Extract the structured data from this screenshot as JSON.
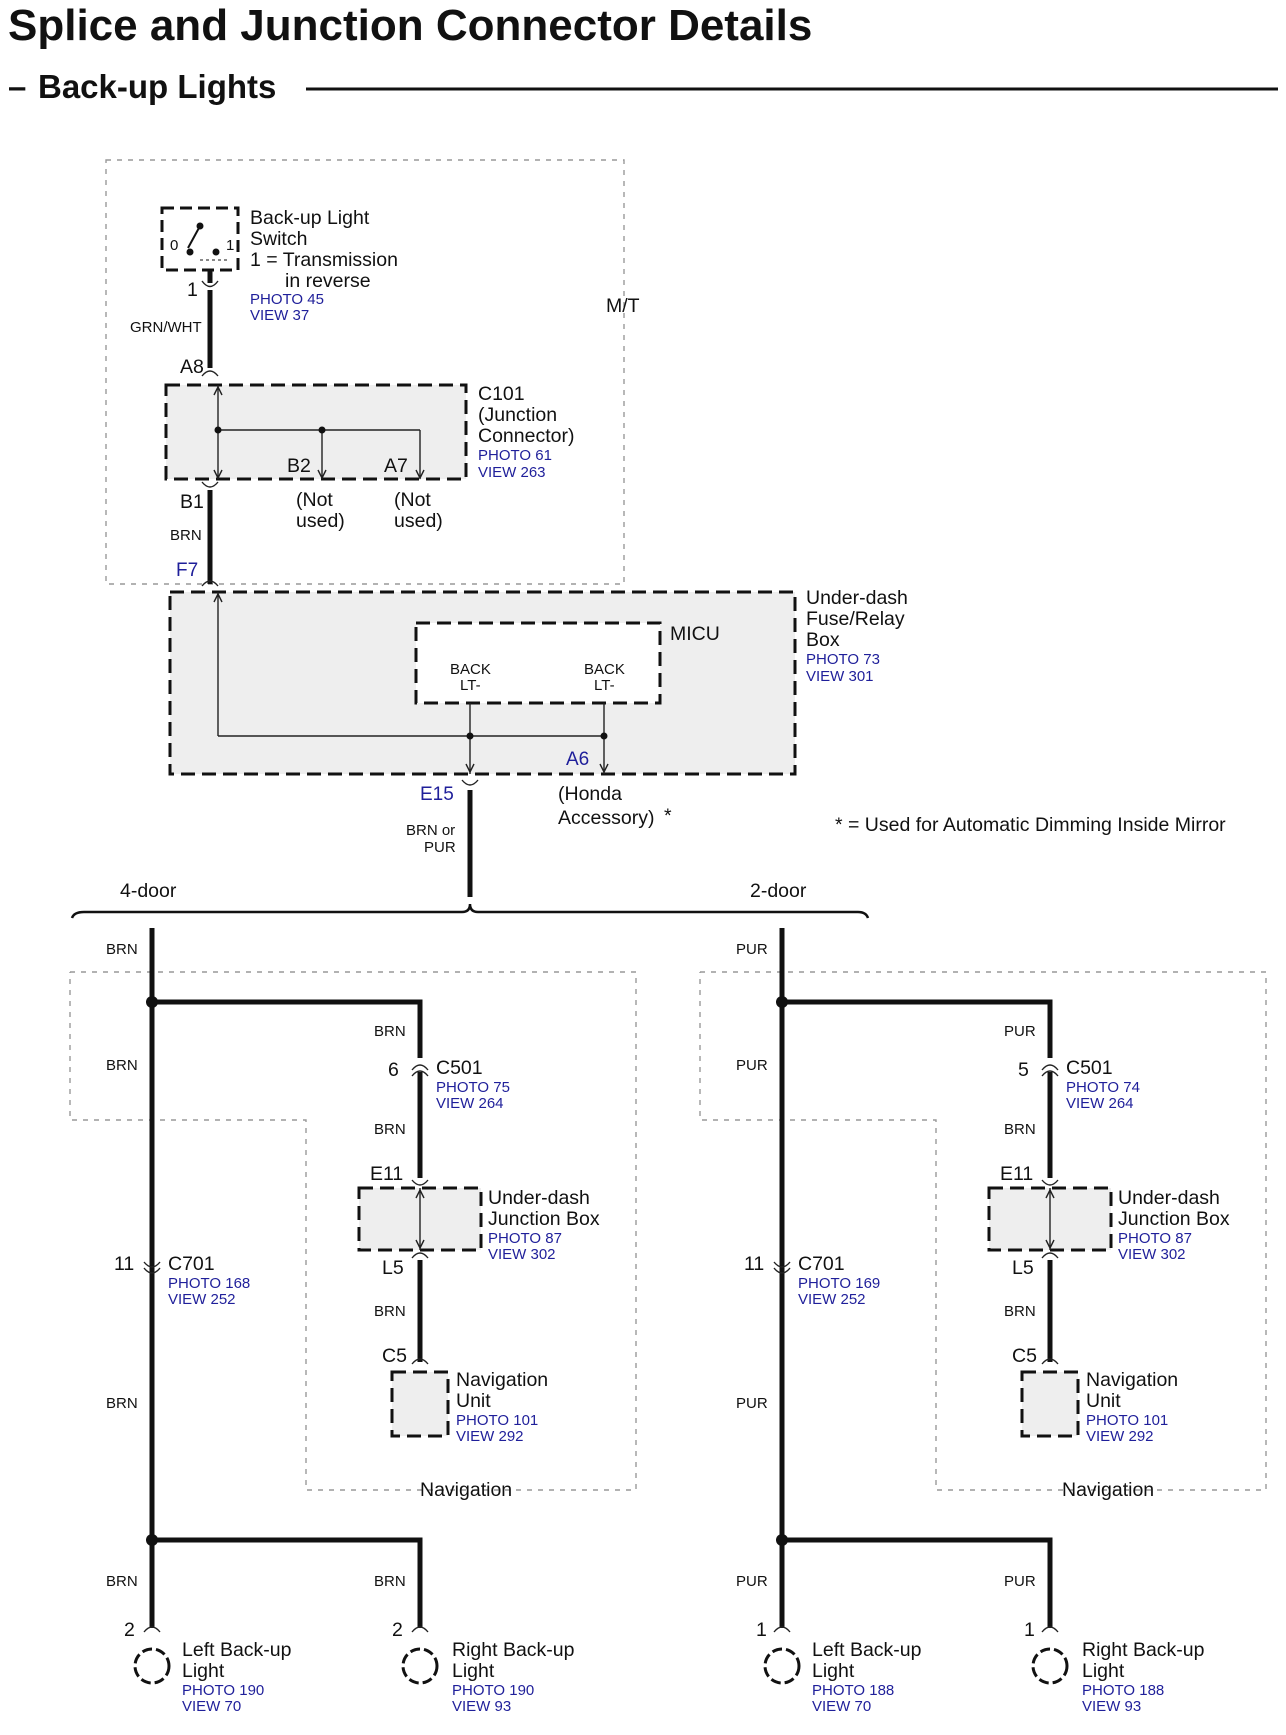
{
  "title": "Splice and Junction Connector Details",
  "subtitle": "Back-up Lights",
  "switch": {
    "name_line1": "Back-up Light",
    "name_line2": "Switch",
    "note_line1": "1 = Transmission",
    "note_line2": "in reverse",
    "pos0": "0",
    "pos1": "1",
    "pin": "1",
    "photo": "PHOTO 45",
    "view": "VIEW 37"
  },
  "mt_label": "M/T",
  "wire_grn_wht": "GRN/WHT",
  "c101": {
    "pin_top": "A8",
    "name_line1": "C101",
    "name_line2": "(Junction",
    "name_line3": "Connector)",
    "photo": "PHOTO 61",
    "view": "VIEW 263",
    "pin_b2": "B2",
    "pin_a7": "A7",
    "pin_b1": "B1",
    "not_used_1": "(Not",
    "not_used_2": "used)"
  },
  "wire_brn": "BRN",
  "fuse_box": {
    "pin_f7": "F7",
    "name_line1": "Under-dash",
    "name_line2": "Fuse/Relay",
    "name_line3": "Box",
    "photo": "PHOTO 73",
    "view": "VIEW 301",
    "micu": "MICU",
    "back_lt_1": "BACK",
    "back_lt_2": "LT-",
    "pin_a6": "A6",
    "pin_e15": "E15",
    "honda_1": "(Honda",
    "honda_2": "Accessory)",
    "asterisk": "*"
  },
  "footnote": "* = Used for Automatic Dimming Inside Mirror",
  "wire_brn_or": "BRN or",
  "wire_pur_or": "PUR",
  "variant_4door": "4-door",
  "variant_2door": "2-door",
  "four_door": {
    "wire": "BRN",
    "c501_pin": "6",
    "c501_name": "C501",
    "c501_photo": "PHOTO 75",
    "c501_view": "VIEW 264",
    "c701_pin": "11",
    "c701_name": "C701",
    "c701_photo": "PHOTO 168",
    "c701_view": "VIEW 252",
    "jbox_e11": "E11",
    "jbox_l5": "L5",
    "jbox_name_1": "Under-dash",
    "jbox_name_2": "Junction Box",
    "jbox_photo": "PHOTO 87",
    "jbox_view": "VIEW 302",
    "nav_pin": "C5",
    "nav_name_1": "Navigation",
    "nav_name_2": "Unit",
    "nav_photo": "PHOTO 101",
    "nav_view": "VIEW 292",
    "nav_region": "Navigation",
    "left_pin": "2",
    "left_name_1": "Left Back-up",
    "left_name_2": "Light",
    "left_photo": "PHOTO 190",
    "left_view": "VIEW 70",
    "right_pin": "2",
    "right_name_1": "Right Back-up",
    "right_name_2": "Light",
    "right_photo": "PHOTO 190",
    "right_view": "VIEW 93"
  },
  "two_door": {
    "wire": "PUR",
    "wire_brn": "BRN",
    "c501_pin": "5",
    "c501_name": "C501",
    "c501_photo": "PHOTO 74",
    "c501_view": "VIEW 264",
    "c701_pin": "11",
    "c701_name": "C701",
    "c701_photo": "PHOTO 169",
    "c701_view": "VIEW 252",
    "jbox_e11": "E11",
    "jbox_l5": "L5",
    "jbox_name_1": "Under-dash",
    "jbox_name_2": "Junction Box",
    "jbox_photo": "PHOTO 87",
    "jbox_view": "VIEW 302",
    "nav_pin": "C5",
    "nav_name_1": "Navigation",
    "nav_name_2": "Unit",
    "nav_photo": "PHOTO 101",
    "nav_view": "VIEW 292",
    "nav_region": "Navigation",
    "left_pin": "1",
    "left_name_1": "Left Back-up",
    "left_name_2": "Light",
    "left_photo": "PHOTO 188",
    "left_view": "VIEW 70",
    "right_pin": "1",
    "right_name_1": "Right Back-up",
    "right_name_2": "Light",
    "right_photo": "PHOTO 188",
    "right_view": "VIEW 93"
  }
}
